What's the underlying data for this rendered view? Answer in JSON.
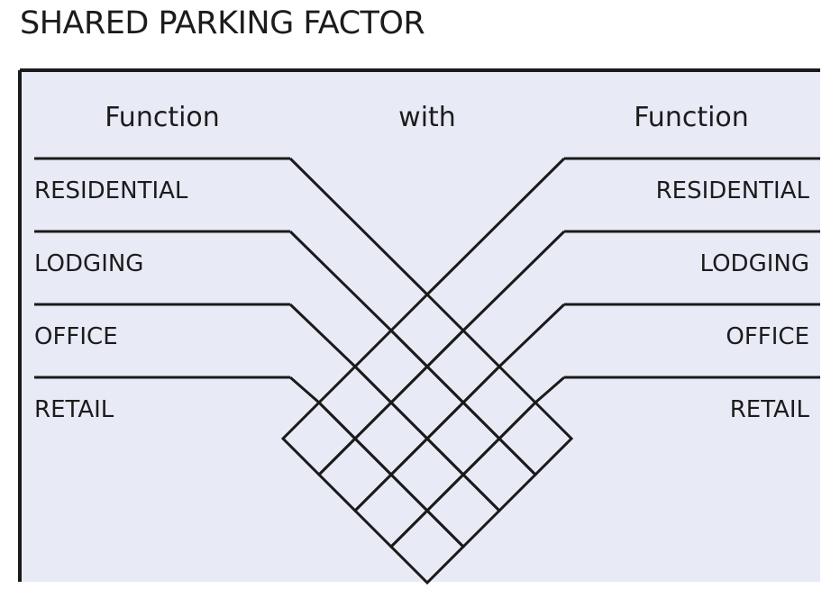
{
  "title": "SHARED PARKING FACTOR",
  "headers": {
    "left": "Function",
    "middle": "with",
    "right": "Function"
  },
  "functions": [
    "RESIDENTIAL",
    "LODGING",
    "OFFICE",
    "RETAIL"
  ],
  "factor_grid": [
    {
      "row": 0,
      "col": 0,
      "value": ""
    },
    {
      "row": 0,
      "col": 1,
      "value": ""
    },
    {
      "row": 0,
      "col": 2,
      "value": ""
    },
    {
      "row": 0,
      "col": 3,
      "value": ""
    },
    {
      "row": 1,
      "col": 0,
      "value": ""
    },
    {
      "row": 1,
      "col": 1,
      "value": ""
    },
    {
      "row": 1,
      "col": 2,
      "value": ""
    },
    {
      "row": 1,
      "col": 3,
      "value": ""
    },
    {
      "row": 2,
      "col": 0,
      "value": ""
    },
    {
      "row": 2,
      "col": 1,
      "value": ""
    },
    {
      "row": 2,
      "col": 2,
      "value": ""
    },
    {
      "row": 2,
      "col": 3,
      "value": ""
    },
    {
      "row": 3,
      "col": 0,
      "value": ""
    },
    {
      "row": 3,
      "col": 1,
      "value": ""
    },
    {
      "row": 3,
      "col": 2,
      "value": ""
    },
    {
      "row": 3,
      "col": 3,
      "value": ""
    }
  ],
  "colors": {
    "panel": "#e8eaf6",
    "line": "#1a1a1a",
    "text": "#1c1c1c"
  }
}
